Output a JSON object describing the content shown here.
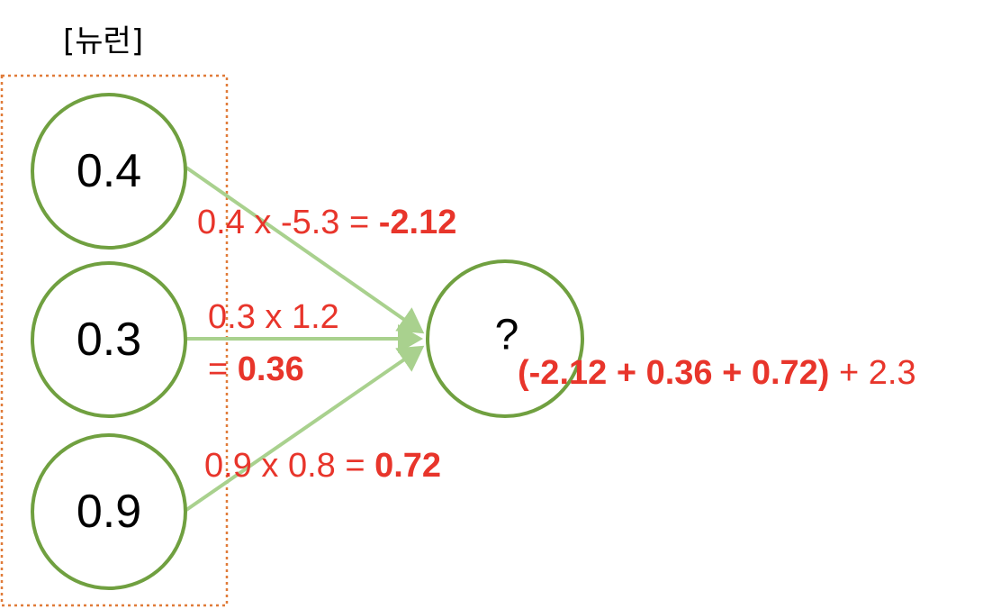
{
  "title": "[뉴런]",
  "colors": {
    "circle_stroke": "#70a040",
    "arrow": "#a9d18e",
    "dotted_box": "#e07b39",
    "equation_text": "#e8352b"
  },
  "inputs": [
    {
      "value": "0.4"
    },
    {
      "value": "0.3"
    },
    {
      "value": "0.9"
    }
  ],
  "output": {
    "value": "?"
  },
  "equations": {
    "eq1": {
      "expr": "0.4 x -5.3 = ",
      "result": "-2.12"
    },
    "eq2": {
      "line1": "0.3 x 1.2",
      "prefix": "= ",
      "result": "0.36"
    },
    "eq3": {
      "expr": "0.9 x 0.8 = ",
      "result": "0.72"
    },
    "sum": {
      "bold_part": "(-2.12 + 0.36 + 0.72)",
      "tail": " + 2.3"
    }
  }
}
